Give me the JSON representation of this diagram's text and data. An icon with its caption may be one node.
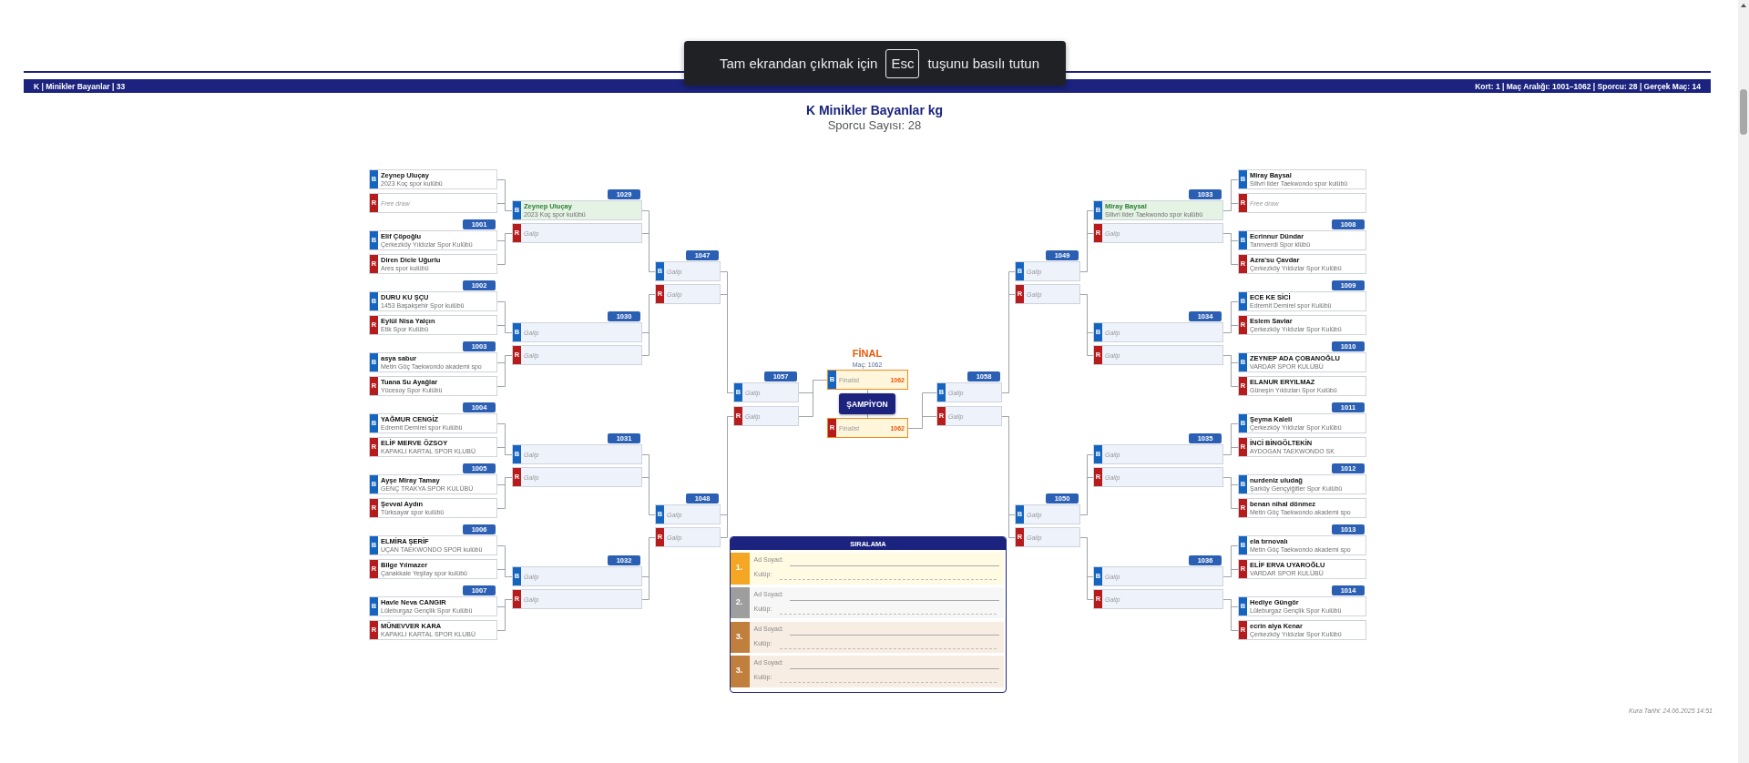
{
  "diagram": {
    "title": "K Minikler Bayanlar kg",
    "nodes": [
      {
        "text": [
          "K | Minikler Bayanlar | 33",
          "Kort: 1 | Maç Aralığı: 1001–1062 | Sporcu: 28 | Gerçek Maç: 14"
        ]
      },
      {
        "text": [
          "Tam ekrandan çıkmak için",
          "Esc",
          "tuşunu basılı tutun"
        ]
      },
      {
        "text": [
          "B",
          "Zeynep Uluçay",
          "2023 Koç spor kulübü"
        ]
      },
      {
        "text": [
          "R",
          "Free draw"
        ]
      },
      {
        "text": [
          "1001"
        ]
      },
      {
        "text": [
          "B",
          "Elif Çöpoğlu",
          "Çerkezköy Yıldızlar Spor Kulübü"
        ]
      },
      {
        "text": [
          "R",
          "Diren Dicle Uğurlu",
          "Ares spor kulübü"
        ]
      },
      {
        "text": [
          "1002"
        ]
      },
      {
        "text": [
          "B",
          "DURU KU ŞÇU",
          "1453 Başakşehir Spor kulübü"
        ]
      },
      {
        "text": [
          "R",
          "Eylül Nisa Yalçın",
          "Etik Spor Kulübü"
        ]
      },
      {
        "text": [
          "1003"
        ]
      },
      {
        "text": [
          "B",
          "asya sabur",
          "Metin Göç Taekwondo akademi spo"
        ]
      },
      {
        "text": [
          "R",
          "Tuana Su Ayağlar",
          "Yücesoy Spor Kulübü"
        ]
      },
      {
        "text": [
          "1004"
        ]
      },
      {
        "text": [
          "B",
          "YAĞMUR CENGİZ",
          "Edremit Demirel spor Kulübü"
        ]
      },
      {
        "text": [
          "R",
          "ELİF MERVE ÖZSOY",
          "KAPAKLI KARTAL SPOR KLUBÜ"
        ]
      },
      {
        "text": [
          "1005"
        ]
      },
      {
        "text": [
          "B",
          "Ayşe Miray Tamay",
          "GENÇ TRAKYA SPOR KULÜBÜ"
        ]
      },
      {
        "text": [
          "R",
          "Şevval Aydın",
          "Türksayar spor kulübü"
        ]
      },
      {
        "text": [
          "1006"
        ]
      },
      {
        "text": [
          "B",
          "ELMİRA ŞERİF",
          "UÇAN TAEKWONDO SPOR kulübü"
        ]
      },
      {
        "text": [
          "R",
          "Bilge Yılmazer",
          "Çanakkale Yeşilay spor kulübü"
        ]
      },
      {
        "text": [
          "1007"
        ]
      },
      {
        "text": [
          "B",
          "Havle Neva CANGIR",
          "Lüleburgaz Gençlik Spor Kulübü"
        ]
      },
      {
        "text": [
          "R",
          "MÜNEVVER KARA",
          "KAPAKLI KARTAL SPOR KLUBÜ"
        ]
      },
      {
        "text": [
          "1029"
        ]
      },
      {
        "text": [
          "B",
          "Zeynep Uluçay",
          "2023 Koç spor kulübü"
        ]
      },
      {
        "text": [
          "R",
          "Galip"
        ]
      },
      {
        "text": [
          "1030"
        ]
      },
      {
        "text": [
          "B",
          "Galip"
        ]
      },
      {
        "text": [
          "R",
          "Galip"
        ]
      },
      {
        "text": [
          "1031"
        ]
      },
      {
        "text": [
          "B",
          "Galip"
        ]
      },
      {
        "text": [
          "R",
          "Galip"
        ]
      },
      {
        "text": [
          "1032"
        ]
      },
      {
        "text": [
          "B",
          "Galip"
        ]
      },
      {
        "text": [
          "R",
          "Galip"
        ]
      },
      {
        "text": [
          "1047"
        ]
      },
      {
        "text": [
          "B",
          "Galip"
        ]
      },
      {
        "text": [
          "R",
          "Galip"
        ]
      },
      {
        "text": [
          "1048"
        ]
      },
      {
        "text": [
          "B",
          "Galip"
        ]
      },
      {
        "text": [
          "R",
          "Galip"
        ]
      },
      {
        "text": [
          "1057"
        ]
      },
      {
        "text": [
          "B",
          "Galip"
        ]
      },
      {
        "text": [
          "R",
          "Galip"
        ]
      },
      {
        "text": [
          "B",
          "Finalist",
          "1062"
        ]
      },
      {
        "text": [
          "ŞAMPİYON"
        ]
      },
      {
        "text": [
          "R",
          "Finalist",
          "1062"
        ]
      },
      {
        "text": [
          "1058"
        ]
      },
      {
        "text": [
          "B",
          "Galip"
        ]
      },
      {
        "text": [
          "R",
          "Galip"
        ]
      },
      {
        "text": [
          "1049"
        ]
      },
      {
        "text": [
          "B",
          "Galip"
        ]
      },
      {
        "text": [
          "R",
          "Galip"
        ]
      },
      {
        "text": [
          "1050"
        ]
      },
      {
        "text": [
          "B",
          "Galip"
        ]
      },
      {
        "text": [
          "R",
          "Galip"
        ]
      },
      {
        "text": [
          "1033"
        ]
      },
      {
        "text": [
          "B",
          "Miray Baysal",
          "Silivri lider Taekwondo spor kulübü"
        ]
      },
      {
        "text": [
          "R",
          "Galip"
        ]
      },
      {
        "text": [
          "1034"
        ]
      },
      {
        "text": [
          "B",
          "Galip"
        ]
      },
      {
        "text": [
          "R",
          "Galip"
        ]
      },
      {
        "text": [
          "1035"
        ]
      },
      {
        "text": [
          "B",
          "Galip"
        ]
      },
      {
        "text": [
          "R",
          "Galip"
        ]
      },
      {
        "text": [
          "1036"
        ]
      },
      {
        "text": [
          "B",
          "Galip"
        ]
      },
      {
        "text": [
          "R",
          "Galip"
        ]
      },
      {
        "text": [
          "B",
          "Miray Baysal",
          "Silivri lider Taekwondo spor kulübü"
        ]
      },
      {
        "text": [
          "R",
          "Free draw"
        ]
      },
      {
        "text": [
          "1008"
        ]
      },
      {
        "text": [
          "B",
          "Ecrinnur Dündar",
          "Tanrıverdi Spor klübü"
        ]
      },
      {
        "text": [
          "R",
          "Azra'su Çavdar",
          "Çerkezköy Yıldızlar Spor Kulübü"
        ]
      },
      {
        "text": [
          "1009"
        ]
      },
      {
        "text": [
          "B",
          "ECE KE SİCİ",
          "Edremit Demirel spor Kulübü"
        ]
      },
      {
        "text": [
          "R",
          "Eslem Savlar",
          "Çerkezköy Yıldızlar Spor Kulübü"
        ]
      },
      {
        "text": [
          "1010"
        ]
      },
      {
        "text": [
          "B",
          "ZEYNEP ADA ÇOBANOĞLU",
          "VARDAR SPOR KULÜBÜ"
        ]
      },
      {
        "text": [
          "R",
          "ELANUR ERYILMAZ",
          "Güneşin Yıldızları Spor Kulübü"
        ]
      },
      {
        "text": [
          "1011"
        ]
      },
      {
        "text": [
          "B",
          "Şeyma Kaleli",
          "Çerkezköy Yıldızlar Spor Kulübü"
        ]
      },
      {
        "text": [
          "R",
          "İNCİ BİNGÖLTEKİN",
          "AYDOGAN TAEKWONDO SK"
        ]
      },
      {
        "text": [
          "1012"
        ]
      },
      {
        "text": [
          "B",
          "nurdeniz uludağ",
          "Şarköy Gençyiğitler Spor Kulübü"
        ]
      },
      {
        "text": [
          "R",
          "benan nihal dönmez",
          "Metin Göç Taekwondo akademi spo"
        ]
      },
      {
        "text": [
          "1013"
        ]
      },
      {
        "text": [
          "B",
          "ela tırnovalı",
          "Metin Göç Taekwondo akademi spo"
        ]
      },
      {
        "text": [
          "R",
          "ELİF ERVA UYAROĞLU",
          "VARDAR SPOR KULÜBÜ"
        ]
      },
      {
        "text": [
          "1014"
        ]
      },
      {
        "text": [
          "B",
          "Hediye Güngör",
          "Lüleburgaz Gençlik Spor Kulübü"
        ]
      },
      {
        "text": [
          "R",
          "ecrin alya Kenar",
          "Çerkezköy Yıldızlar Spor Kulübü"
        ]
      },
      {
        "text": [
          "SIRALAMA"
        ]
      },
      {
        "text": [
          "1.",
          "Ad Soyad:",
          "Kulüp:"
        ],
        "in": 93
      },
      {
        "text": [
          "2.",
          "Ad Soyad:",
          "Kulüp:"
        ],
        "in": 93
      },
      {
        "text": [
          "3.",
          "Ad Soyad:",
          "Kulüp:"
        ],
        "in": 93
      },
      {
        "text": [
          "3.",
          "Ad Soyad:",
          "Kulüp:"
        ],
        "in": 93
      }
    ],
    "edges": [
      {
        "from": 2,
        "to": 26,
        "arrow": "none"
      },
      {
        "from": 3,
        "to": 26,
        "arrow": "none"
      },
      {
        "from": 5,
        "to": 27,
        "arrow": "none"
      },
      {
        "from": 6,
        "to": 27,
        "arrow": "none"
      },
      {
        "from": 8,
        "to": 29,
        "arrow": "none"
      },
      {
        "from": 9,
        "to": 29,
        "arrow": "none"
      },
      {
        "from": 11,
        "to": 30,
        "arrow": "none"
      },
      {
        "from": 12,
        "to": 30,
        "arrow": "none"
      },
      {
        "from": 14,
        "to": 32,
        "arrow": "none"
      },
      {
        "from": 15,
        "to": 32,
        "arrow": "none"
      },
      {
        "from": 17,
        "to": 33,
        "arrow": "none"
      },
      {
        "from": 18,
        "to": 33,
        "arrow": "none"
      },
      {
        "from": 20,
        "to": 35,
        "arrow": "none"
      },
      {
        "from": 21,
        "to": 35,
        "arrow": "none"
      },
      {
        "from": 23,
        "to": 36,
        "arrow": "none"
      },
      {
        "from": 24,
        "to": 36,
        "arrow": "none"
      },
      {
        "from": 26,
        "to": 38,
        "arrow": "none"
      },
      {
        "from": 27,
        "to": 38,
        "arrow": "none"
      },
      {
        "from": 29,
        "to": 39,
        "arrow": "none"
      },
      {
        "from": 30,
        "to": 39,
        "arrow": "none"
      },
      {
        "from": 32,
        "to": 41,
        "arrow": "none"
      },
      {
        "from": 33,
        "to": 41,
        "arrow": "none"
      },
      {
        "from": 35,
        "to": 42,
        "arrow": "none"
      },
      {
        "from": 36,
        "to": 42,
        "arrow": "none"
      },
      {
        "from": 38,
        "to": 44,
        "arrow": "none"
      },
      {
        "from": 39,
        "to": 44,
        "arrow": "none"
      },
      {
        "from": 41,
        "to": 45,
        "arrow": "none"
      },
      {
        "from": 42,
        "to": 45,
        "arrow": "none"
      },
      {
        "from": 44,
        "to": 46,
        "arrow": "none"
      },
      {
        "from": 45,
        "to": 46,
        "arrow": "none"
      },
      {
        "from": 46,
        "to": 47,
        "arrow": "none"
      },
      {
        "from": 48,
        "to": 47,
        "arrow": "none"
      },
      {
        "from": 50,
        "to": 48,
        "arrow": "none"
      },
      {
        "from": 51,
        "to": 48,
        "arrow": "none"
      },
      {
        "from": 53,
        "to": 50,
        "arrow": "none"
      },
      {
        "from": 54,
        "to": 50,
        "arrow": "none"
      },
      {
        "from": 56,
        "to": 51,
        "arrow": "none"
      },
      {
        "from": 57,
        "to": 51,
        "arrow": "none"
      },
      {
        "from": 59,
        "to": 53,
        "arrow": "none"
      },
      {
        "from": 60,
        "to": 53,
        "arrow": "none"
      },
      {
        "from": 62,
        "to": 54,
        "arrow": "none"
      },
      {
        "from": 63,
        "to": 54,
        "arrow": "none"
      },
      {
        "from": 65,
        "to": 56,
        "arrow": "none"
      },
      {
        "from": 66,
        "to": 56,
        "arrow": "none"
      },
      {
        "from": 68,
        "to": 57,
        "arrow": "none"
      },
      {
        "from": 69,
        "to": 57,
        "arrow": "none"
      },
      {
        "from": 70,
        "to": 59,
        "arrow": "none"
      },
      {
        "from": 71,
        "to": 59,
        "arrow": "none"
      },
      {
        "from": 73,
        "to": 60,
        "arrow": "none"
      },
      {
        "from": 74,
        "to": 60,
        "arrow": "none"
      },
      {
        "from": 76,
        "to": 62,
        "arrow": "none"
      },
      {
        "from": 77,
        "to": 62,
        "arrow": "none"
      },
      {
        "from": 79,
        "to": 63,
        "arrow": "none"
      },
      {
        "from": 80,
        "to": 63,
        "arrow": "none"
      },
      {
        "from": 82,
        "to": 65,
        "arrow": "none"
      },
      {
        "from": 83,
        "to": 65,
        "arrow": "none"
      },
      {
        "from": 85,
        "to": 66,
        "arrow": "none"
      },
      {
        "from": 86,
        "to": 66,
        "arrow": "none"
      },
      {
        "from": 88,
        "to": 68,
        "arrow": "none"
      },
      {
        "from": 89,
        "to": 68,
        "arrow": "none"
      },
      {
        "from": 91,
        "to": 69,
        "arrow": "none"
      },
      {
        "from": 92,
        "to": 69,
        "arrow": "none"
      }
    ],
    "labels": [
      "Sporcu Sayısı: 28",
      "FİNAL",
      "Maç: 1062",
      "Kura Tarihi: 24.06.2025 14:51"
    ]
  }
}
